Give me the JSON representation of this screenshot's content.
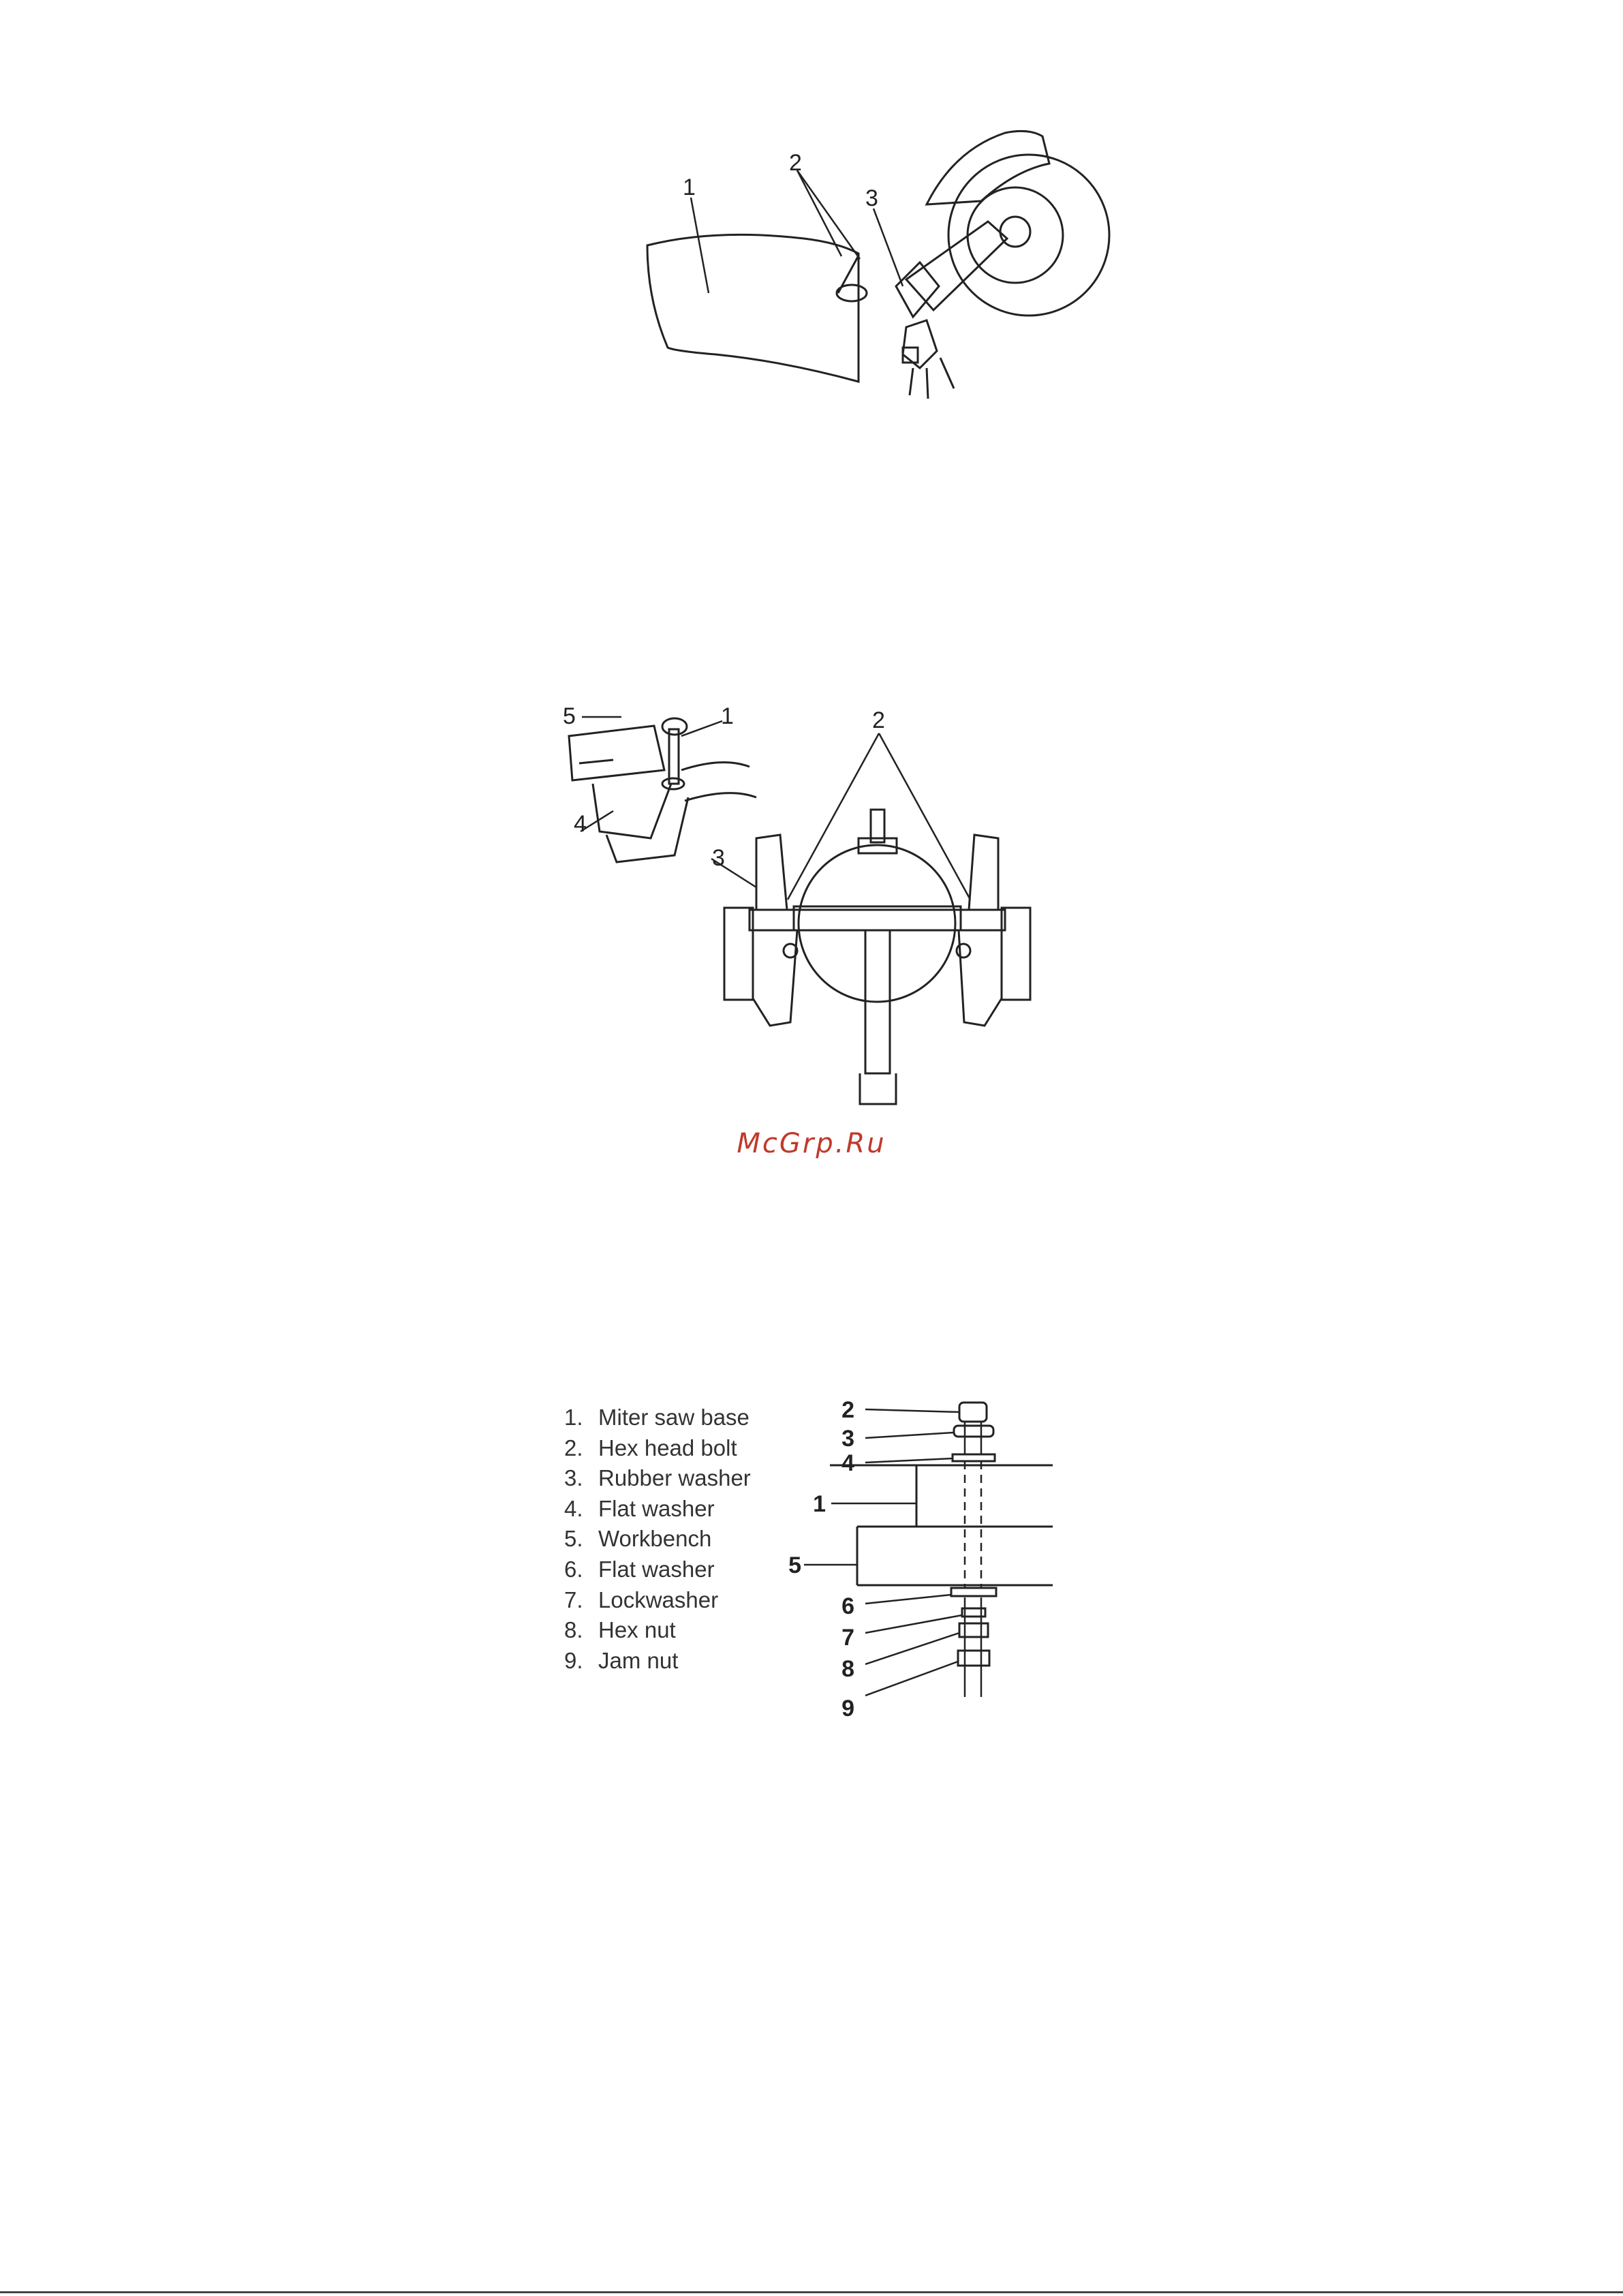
{
  "figure1": {
    "callouts": [
      "1",
      "2",
      "3"
    ]
  },
  "figure2": {
    "callouts": [
      "1",
      "2",
      "3",
      "4",
      "5"
    ]
  },
  "watermark": "McGrp.Ru",
  "figure3": {
    "legend": [
      {
        "num": "1.",
        "label": "Miter saw base"
      },
      {
        "num": "2.",
        "label": "Hex head bolt"
      },
      {
        "num": "3.",
        "label": "Rubber washer"
      },
      {
        "num": "4.",
        "label": "Flat washer"
      },
      {
        "num": "5.",
        "label": "Workbench"
      },
      {
        "num": "6.",
        "label": "Flat washer"
      },
      {
        "num": "7.",
        "label": "Lockwasher"
      },
      {
        "num": "8.",
        "label": "Hex nut"
      },
      {
        "num": "9.",
        "label": "Jam nut"
      }
    ],
    "callouts": [
      "1",
      "2",
      "3",
      "4",
      "5",
      "6",
      "7",
      "8",
      "9"
    ]
  }
}
